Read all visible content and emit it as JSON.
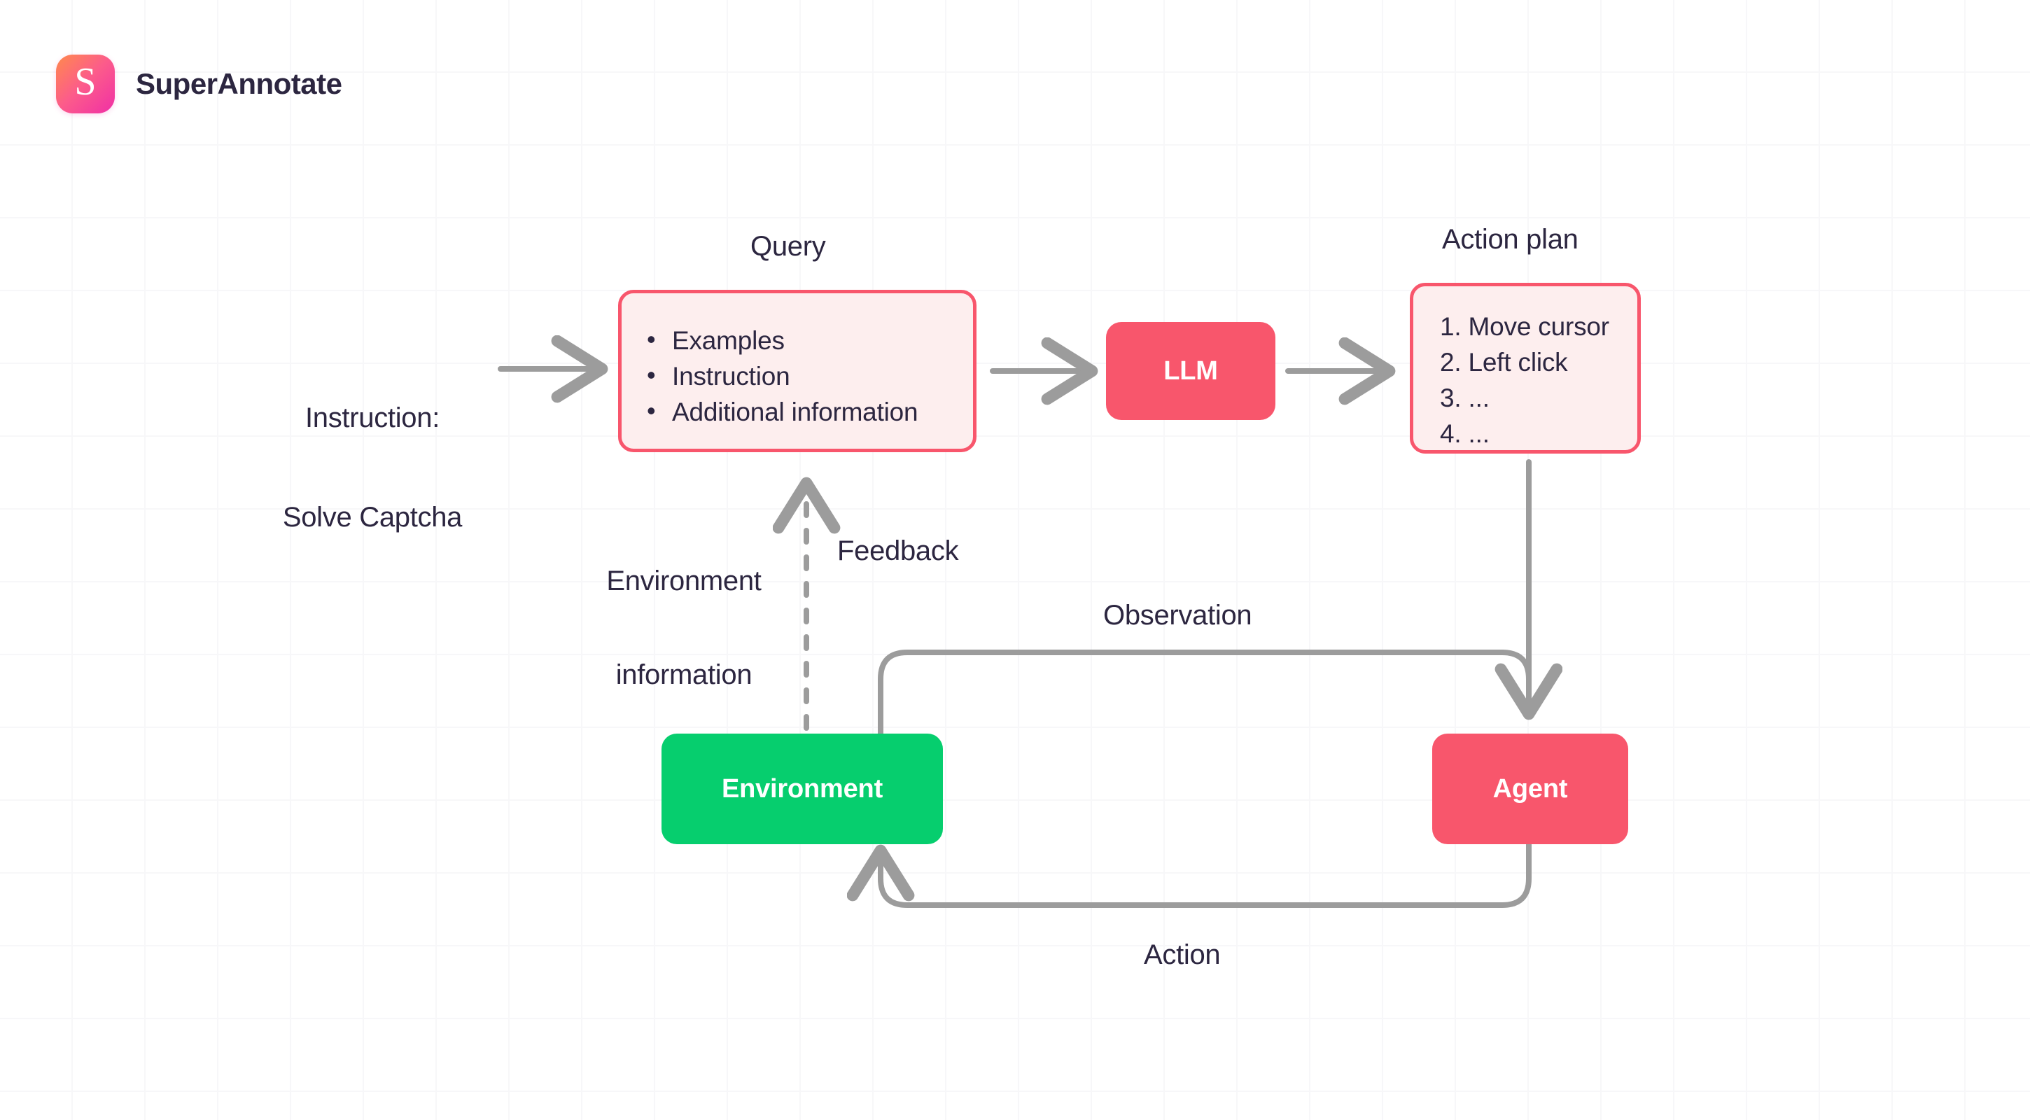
{
  "brand": {
    "name": "SuperAnnotate",
    "logo_glyph": "S",
    "gradient_from": "#FF8A4C",
    "gradient_to": "#F02FA6"
  },
  "colors": {
    "text": "#2C2640",
    "accent_red": "#F8566C",
    "accent_red_fill": "#FDEEEE",
    "accent_green": "#06CE6E",
    "arrow_gray": "#9C9C9C",
    "grid_line": "#F7F7F9",
    "background": "#FFFFFF"
  },
  "diagram": {
    "type": "flow-diagram",
    "instruction": {
      "line1": "Instruction:",
      "line2": "Solve Captcha"
    },
    "query": {
      "title": "Query",
      "items": [
        "Examples",
        "Instruction",
        "Additional information"
      ]
    },
    "llm": {
      "label": "LLM"
    },
    "action_plan": {
      "title": "Action plan",
      "items": [
        "1. Move cursor",
        "2. Left click",
        "3. ...",
        "4. ..."
      ]
    },
    "environment": {
      "label": "Environment"
    },
    "agent": {
      "label": "Agent"
    },
    "edges": {
      "environment_information": "Environment\ninformation",
      "environment_information_line1": "Environment",
      "environment_information_line2": "information",
      "feedback": "Feedback",
      "observation": "Observation",
      "action": "Action"
    }
  }
}
